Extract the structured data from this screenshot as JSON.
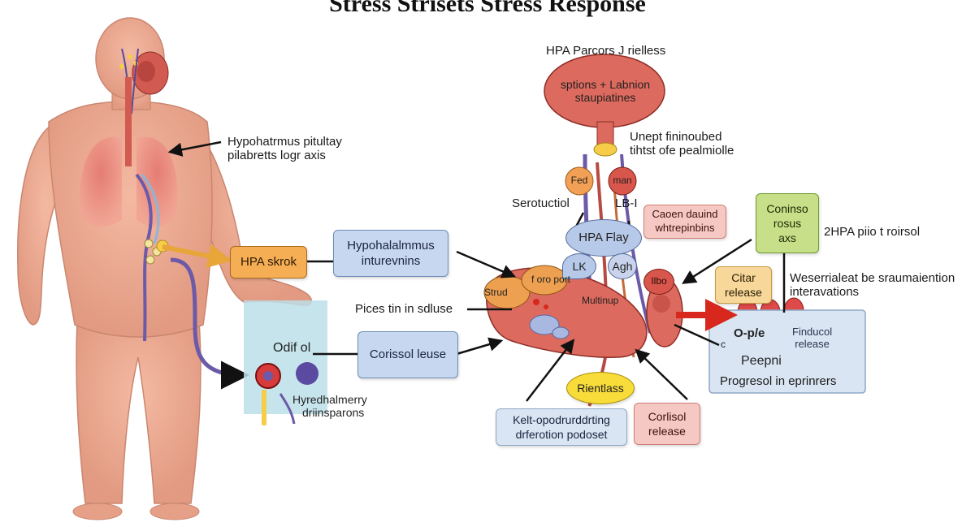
{
  "title": "Stress Strisets Stress Response",
  "labels": {
    "hpa_factors": "HPA Parcors J rielless",
    "top_blob_line1": "sptions + Labnion",
    "top_blob_line2": "staupiatines",
    "unept_line1": "Unept fininoubed",
    "unept_line2": "tihtst ofe pealmiolle",
    "hypoth_line1": "Hypohatrmus pitultay",
    "hypoth_line2": "pilabretts logr axis",
    "fed": "Fed",
    "man": "man",
    "serotuction": "Serotuctiol",
    "lb1": "LB-I",
    "hpa_flay": "HPA Flay",
    "lk": "LK",
    "agh": "Agh",
    "ilbo": "Ilbo",
    "strud": "Strud",
    "foro_port": "f oro port",
    "multinup": "Multinup",
    "pices": "Pices tin in sdluse",
    "odif_ol": "Odif ol",
    "hyredhal_line1": "Hyredhalmerry",
    "hyredhal_line2": "driinsparons",
    "two_hpa": "2HPA piio t roirsol",
    "wesseri_line1": "Weserrialeat be sraumaiention",
    "wesseri_line2": "interavations",
    "o_ple": "O-p/e",
    "c": "c",
    "finducol_line1": "Finducol",
    "finducol_line2": "release",
    "peepni": "Peepni",
    "progresol": "Progresol in eprinrers"
  },
  "boxes": {
    "hpa_skrok": "HPA skrok",
    "hypohal_line1": "Hypohalalmmus",
    "hypohal_line2": "inturevnins",
    "corissol_leuse": "Corissol leuse",
    "caoen_line1": "Caoen dauind",
    "caoen_line2": "whtrepinbins",
    "coninso_line1": "Coninso",
    "coninso_line2": "rosus",
    "coninso_line3": "axs",
    "citar_line1": "Citar",
    "citar_line2": "release",
    "rientass": "Rientlass",
    "kelt_line1": "Kelt-opodrurddrting",
    "kelt_line2": "drferotion podoset",
    "cortisol_line1": "Corlisol",
    "cortisol_line2": "release"
  },
  "colors": {
    "skin": "#eda58d",
    "organ_red": "#d9675e",
    "vein_purple": "#6c5aa8",
    "box_blue": "#c7d7ef",
    "box_orange": "#f6ae55",
    "box_green": "#c7df88",
    "box_pink": "#f6c8c3",
    "arrow_red": "#d8281e"
  }
}
